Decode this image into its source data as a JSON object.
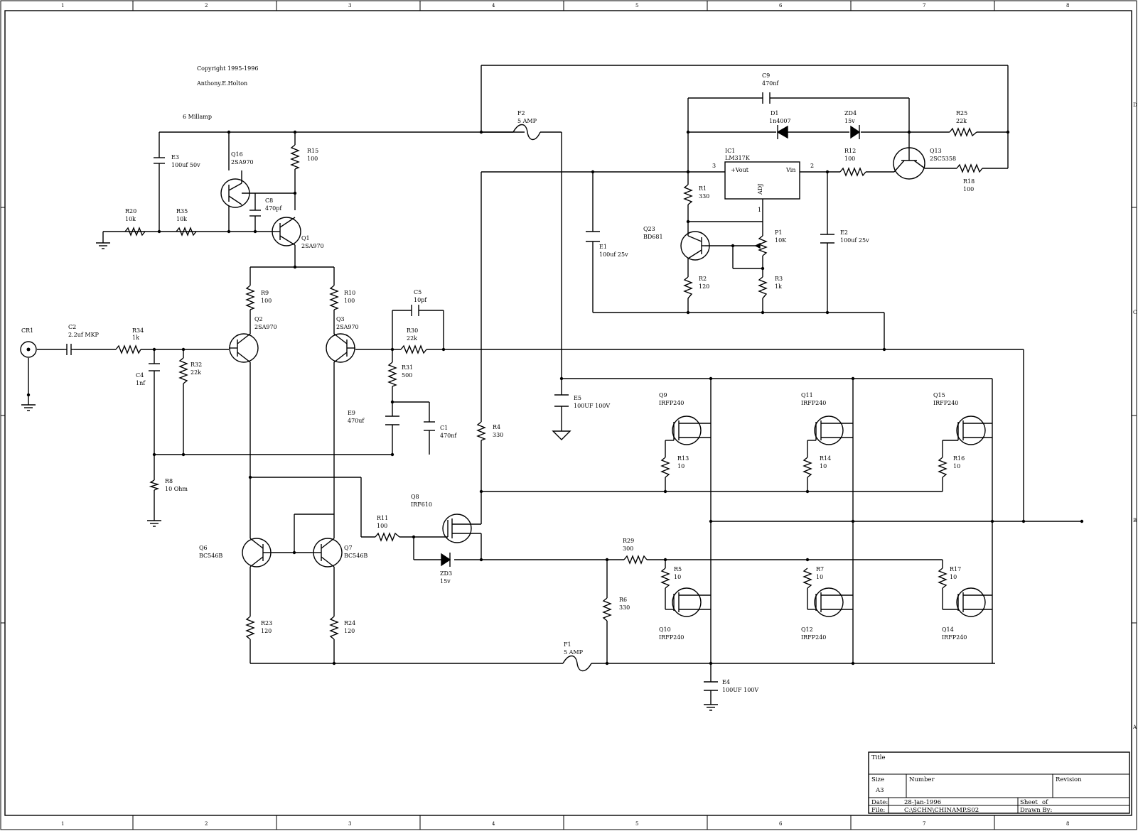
{
  "header": {
    "copyright": "Copyright 1995-1996",
    "author": "Anthony.E.Holton",
    "subtitle": "6 Millamp"
  },
  "frame": {
    "columns": [
      "1",
      "2",
      "3",
      "4",
      "5",
      "6",
      "7",
      "8"
    ],
    "rows": [
      "D",
      "C",
      "B",
      "A"
    ]
  },
  "title_block": {
    "title_label": "Title",
    "size_label": "Size",
    "size_value": "A3",
    "number_label": "Number",
    "revision_label": "Revision",
    "date_label": "Date:",
    "date_value": "28-Jan-1996",
    "sheet_label": "Sheet",
    "sheet_of": "of",
    "file_label": "File:",
    "file_value": "C:\\SCHN\\CHINAMP.S02",
    "drawn_label": "Drawn By:"
  },
  "components": {
    "cr1": "CR1",
    "c2": "C2",
    "c2_val": "2.2uf MKP",
    "r34": "R34",
    "r34_val": "1k",
    "c4": "C4",
    "c4_val": "1nf",
    "r32": "R32",
    "r32_val": "22k",
    "r8": "R8",
    "r8_val": "10 Ohm",
    "e3": "E3",
    "e3_val": "100uf 50v",
    "q16": "Q16",
    "q16_val": "2SA970",
    "r15": "R15",
    "r15_val": "100",
    "c8": "C8",
    "c8_val": "470pf",
    "q1": "Q1",
    "q1_val": "2SA970",
    "r20": "R20",
    "r20_val": "10k",
    "r35": "R35",
    "r35_val": "10k",
    "r9": "R9",
    "r9_val": "100",
    "r10": "R10",
    "r10_val": "100",
    "q2": "Q2",
    "q2_val": "2SA970",
    "q3": "Q3",
    "q3_val": "2SA970",
    "c5": "C5",
    "c5_val": "10pf",
    "r30": "R30",
    "r30_val": "22k",
    "r31": "R31",
    "r31_val": "500",
    "e9": "E9",
    "e9_val": "470uf",
    "c1": "C1",
    "c1_val": "470nf",
    "r4": "R4",
    "r4_val": "330",
    "q6": "Q6",
    "q6_val": "BC546B",
    "q7": "Q7",
    "q7_val": "BC546B",
    "r23": "R23",
    "r23_val": "120",
    "r24": "R24",
    "r24_val": "120",
    "r11": "R11",
    "r11_val": "100",
    "q8": "Q8",
    "q8_val": "IRF610",
    "zd3": "ZD3",
    "zd3_val": "15v",
    "f1": "F1",
    "f1_val": "5 AMP",
    "f2": "F2",
    "f2_val": "5 AMP",
    "e5": "E5",
    "e5_val": "100UF 100V",
    "e1": "E1",
    "e1_val": "100uf 25v",
    "c9": "C9",
    "c9_val": "470nf",
    "d1": "D1",
    "d1_val": "1n4007",
    "zd4": "ZD4",
    "zd4_val": "15v",
    "r25": "R25",
    "r25_val": "22k",
    "ic1": "IC1",
    "ic1_val": "LM317K",
    "ic1_vout": "+Vout",
    "ic1_vin": "Vin",
    "ic1_adj": "ADJ",
    "ic1_pin3": "3",
    "ic1_pin2": "2",
    "ic1_pin1": "1",
    "r12": "R12",
    "r12_val": "100",
    "q13": "Q13",
    "q13_val": "2SC5358",
    "r18": "R18",
    "r18_val": "100",
    "r1": "R1",
    "r1_val": "330",
    "q23": "Q23",
    "q23_val": "BD681",
    "p1": "P1",
    "p1_val": "10K",
    "e2": "E2",
    "e2_val": "100uf 25v",
    "r2": "R2",
    "r2_val": "120",
    "r3": "R3",
    "r3_val": "1k",
    "q9": "Q9",
    "q9_val": "IRFP240",
    "q11": "Q11",
    "q11_val": "IRFP240",
    "q15": "Q15",
    "q15_val": "IRFP240",
    "r13": "R13",
    "r13_val": "10",
    "r14": "R14",
    "r14_val": "10",
    "r16": "R16",
    "r16_val": "10",
    "r29": "R29",
    "r29_val": "300",
    "r6": "R6",
    "r6_val": "330",
    "r5": "R5",
    "r5_val": "10",
    "r7": "R7",
    "r7_val": "10",
    "r17": "R17",
    "r17_val": "10",
    "q10": "Q10",
    "q10_val": "IRFP240",
    "q12": "Q12",
    "q12_val": "IRFP240",
    "q14": "Q14",
    "q14_val": "IRFP240",
    "e4": "E4",
    "e4_val": "100UF 100V"
  }
}
